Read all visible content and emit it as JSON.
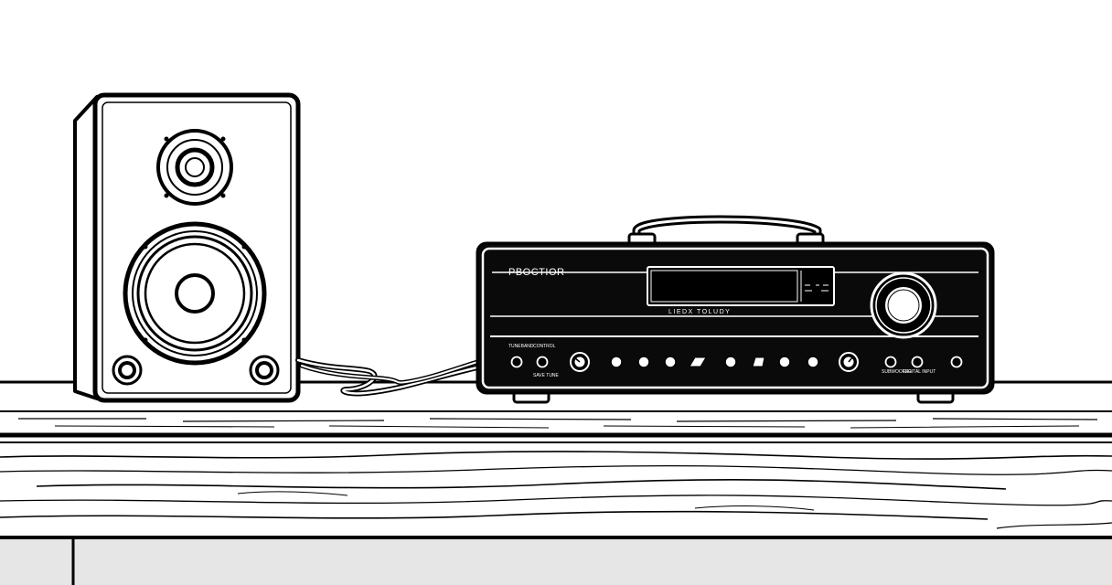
{
  "receiver": {
    "brand": "PBOCTIOR",
    "subtitle": "LIEDX TOLUDY",
    "left_labels": [
      "TUNEBAND",
      "CONTROL"
    ],
    "left_sublabel": "SAVE TUNE",
    "right_labels": [
      "SUBWOOFER",
      "DIGITAL INPUT"
    ]
  },
  "colors": {
    "line": "#000000",
    "panel": "#0a0a0a",
    "paper": "#ffffff",
    "floor": "#e6e6e6"
  },
  "icons": [
    "speaker-icon",
    "receiver-icon",
    "cable-icon",
    "wood-shelf-icon"
  ]
}
